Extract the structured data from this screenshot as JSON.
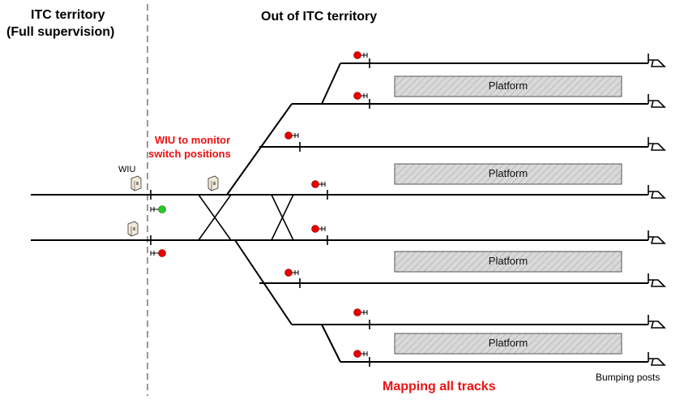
{
  "labels": {
    "itc_territory_line1": "ITC territory",
    "itc_territory_line2": "(Full supervision)",
    "out_of_itc": "Out of ITC territory",
    "wiu_monitor_line1": "WIU to monitor",
    "wiu_monitor_line2": "switch positions",
    "wiu_small": "WIU",
    "mapping_all_tracks": "Mapping all tracks",
    "bumping_posts": "Bumping posts"
  },
  "platforms": [
    "Platform",
    "Platform",
    "Platform",
    "Platform"
  ],
  "colors": {
    "line": "#000000",
    "signal_red": "#e60000",
    "signal_green": "#22cc22",
    "platform_fill": "#d9d9d9",
    "platform_hatch": "#bbbbbb",
    "accent_text": "#ee1111",
    "wiu_box": "#f2ead8"
  },
  "icons": {
    "signal": "signal-head-icon",
    "wiu": "wiu-box-icon",
    "bumper": "bumping-post-icon"
  }
}
